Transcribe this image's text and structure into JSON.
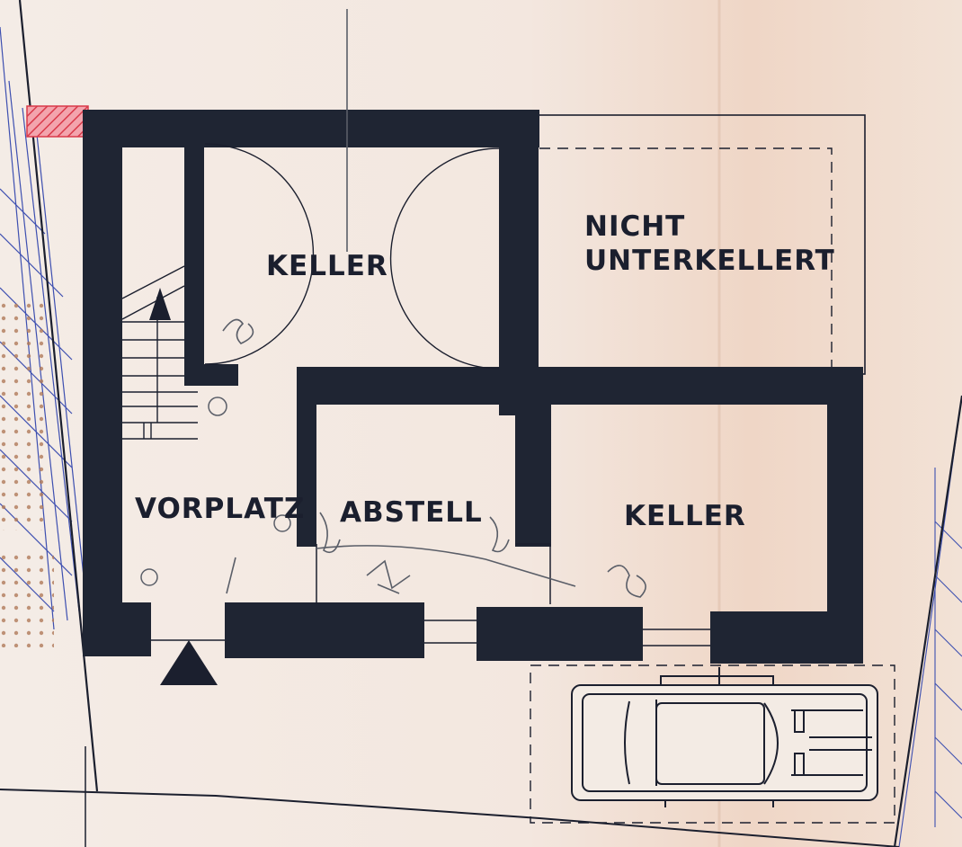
{
  "rooms": {
    "keller_top": "KELLER",
    "nicht_line1": "NICHT",
    "nicht_line2": "UNTERKELLERT",
    "vorplatz": "VORPLATZ",
    "abstell": "ABSTELL",
    "keller_right": "KELLER"
  },
  "colors": {
    "paper": "#f1e6dc",
    "wall": "#1f2533",
    "ink": "#1b1f2e",
    "hatch_red": "#d93a4a",
    "blue_pen": "#3d4fb0",
    "pencil": "#5a5e68"
  },
  "icons": [
    "entrance-triangle-icon",
    "stair-arrow-icon",
    "car-icon",
    "outlet-symbol-icon"
  ]
}
